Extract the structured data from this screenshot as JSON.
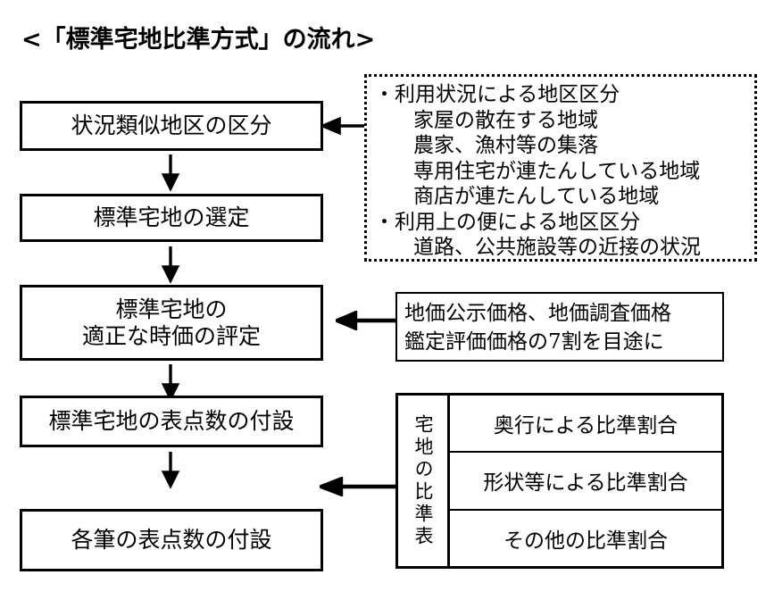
{
  "title": "<「標準宅地比準方式」の流れ>",
  "flow": {
    "steps": [
      {
        "id": "step-1",
        "lines": [
          "状況類似地区の区分"
        ]
      },
      {
        "id": "step-2",
        "lines": [
          "標準宅地の選定"
        ]
      },
      {
        "id": "step-3",
        "lines": [
          "標準宅地の",
          "適正な時価の評定"
        ]
      },
      {
        "id": "step-4",
        "lines": [
          "標準宅地の表点数の付設"
        ]
      },
      {
        "id": "step-5",
        "lines": [
          "各筆の表点数の付設"
        ]
      }
    ],
    "arrow_glyph": "↓"
  },
  "dotted_panel": {
    "lines": [
      "・利用状況による地区区分",
      "家屋の散在する地域",
      "農家、漁村等の集落",
      "専用住宅が連たんしている地域",
      "商店が連たんしている地域",
      "・利用上の便による地区区分",
      "道路、公共施設等の近接の状況"
    ]
  },
  "note_panel": {
    "lines": [
      "地価公示価格、地価調査価格",
      "鑑定評価価格の7割を目途に"
    ]
  },
  "comparison_table": {
    "label": "宅地の比準表",
    "rows": [
      "奥行による比準割合",
      "形状等による比準割合",
      "その他の比準割合"
    ]
  },
  "colors": {
    "ink": "#000000",
    "paper": "#ffffff"
  }
}
